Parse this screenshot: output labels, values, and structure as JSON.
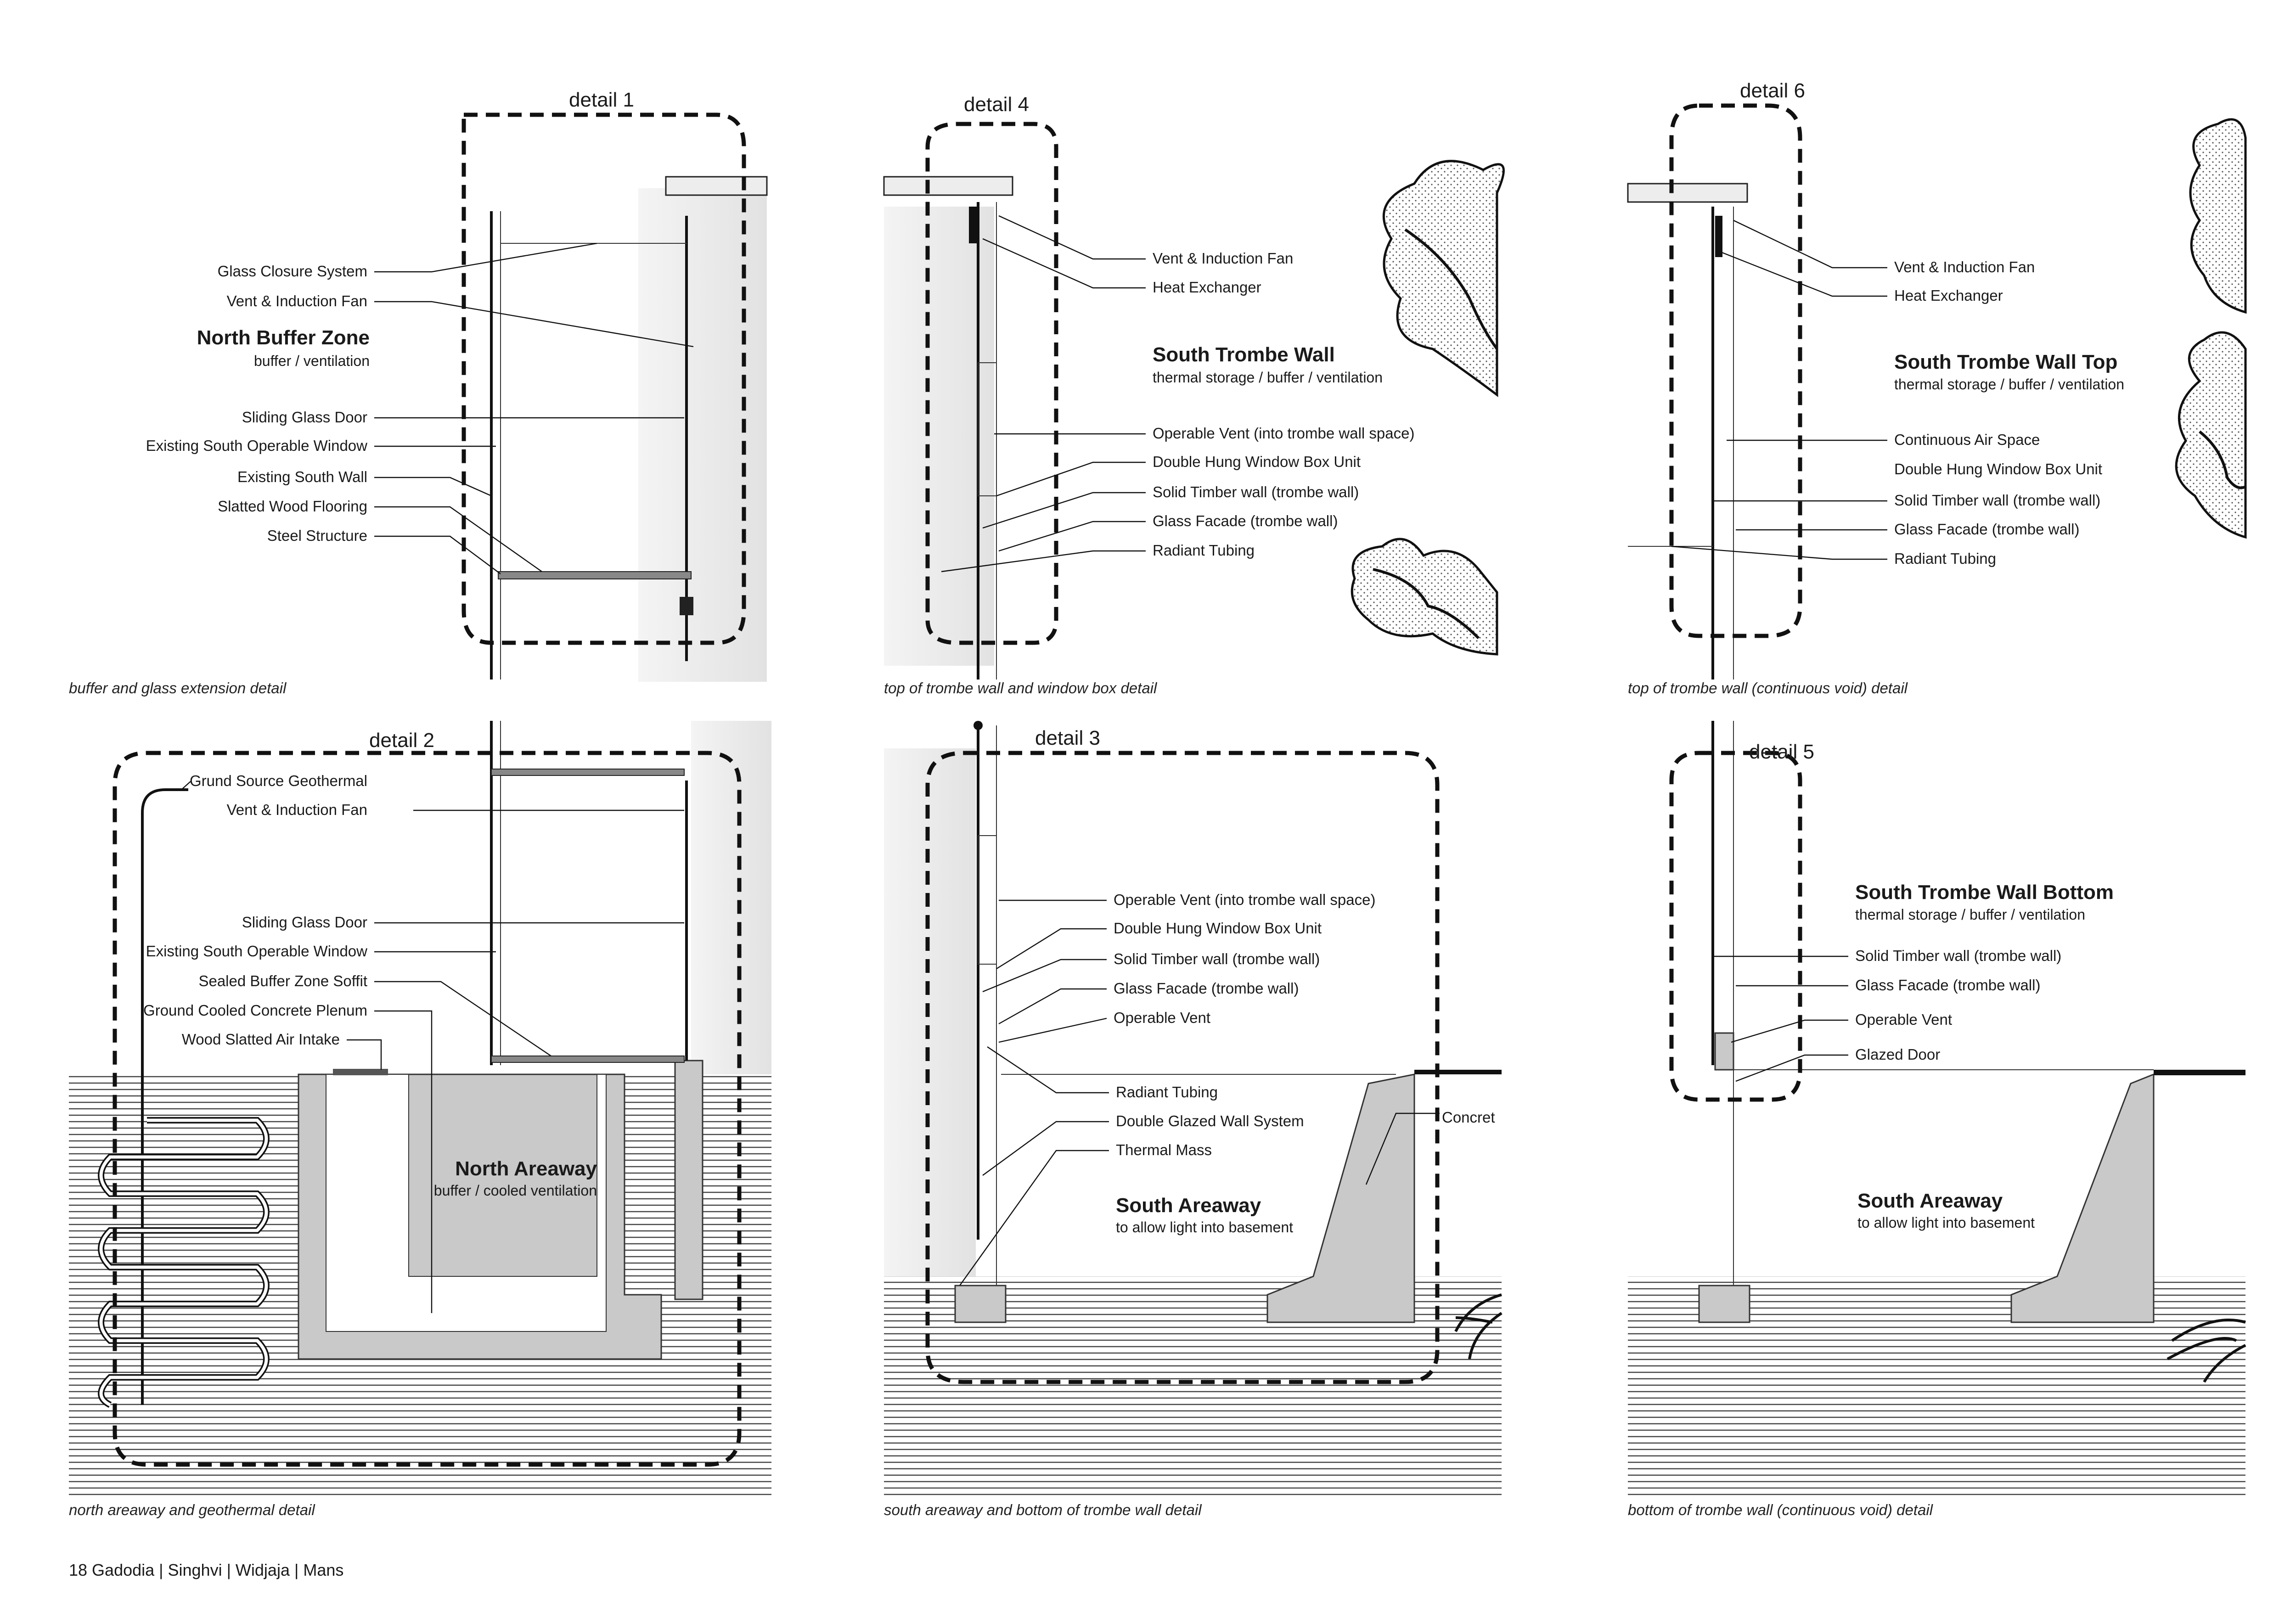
{
  "panels": {
    "p1": {
      "detail_label": "detail 1",
      "title": "North Buffer Zone",
      "subtitle": "buffer / ventilation",
      "caption": "buffer and glass extension detail",
      "labels": [
        "Glass Closure System",
        "Vent & Induction Fan",
        "Sliding Glass Door",
        "Existing South Operable Window",
        "Existing South Wall",
        "Slatted Wood Flooring",
        "Steel Structure"
      ]
    },
    "p4": {
      "detail_label": "detail 4",
      "title": "South Trombe Wall",
      "subtitle": "thermal storage / buffer / ventilation",
      "caption": "top of trombe wall and window box detail",
      "labels_top": [
        "Vent & Induction Fan",
        "Heat Exchanger"
      ],
      "labels": [
        "Operable Vent (into trombe wall space)",
        "Double Hung Window Box Unit",
        "Solid Timber wall (trombe wall)",
        "Glass Facade (trombe wall)",
        "Radiant Tubing"
      ]
    },
    "p6": {
      "detail_label": "detail 6",
      "title": "South Trombe Wall Top",
      "subtitle": "thermal storage / buffer / ventilation",
      "caption": "top of trombe wall (continuous void) detail",
      "labels_top": [
        "Vent & Induction Fan",
        "Heat Exchanger"
      ],
      "labels": [
        "Continuous Air Space",
        "Double Hung Window Box Unit",
        "Solid Timber wall (trombe wall)",
        "Glass Facade (trombe wall)",
        "Radiant Tubing"
      ]
    },
    "p2": {
      "detail_label": "detail 2",
      "title": "North Areaway",
      "subtitle": "buffer / cooled ventilation",
      "caption": "north areaway and geothermal detail",
      "labels": [
        "Grund Source Geothermal",
        "Vent & Induction Fan",
        "Sliding Glass Door",
        "Existing South Operable Window",
        "Sealed Buffer Zone Soffit",
        "Ground Cooled Concrete Plenum",
        "Wood Slatted Air Intake"
      ]
    },
    "p3": {
      "detail_label": "detail 3",
      "title": "South Areaway",
      "subtitle": "to allow light into basement",
      "caption": "south areaway and bottom of trombe wall detail",
      "labels": [
        "Operable Vent (into trombe wall space)",
        "Double Hung Window Box Unit",
        "Solid Timber wall (trombe wall)",
        "Glass Facade (trombe wall)",
        "Operable Vent"
      ],
      "labels_low": [
        "Radiant Tubing",
        "Double Glazed Wall System",
        "Thermal Mass"
      ],
      "edge_label": "Concret"
    },
    "p5": {
      "detail_label": "detail 5",
      "title": "South Trombe Wall Bottom",
      "subtitle": "thermal storage / buffer / ventilation",
      "caption": "bottom of trombe wall (continuous void) detail",
      "labels": [
        "Solid Timber wall (trombe wall)",
        "Glass Facade (trombe wall)",
        "Operable Vent",
        "Glazed Door"
      ],
      "title2": "South Areaway",
      "subtitle2": "to allow light into basement"
    }
  },
  "footer": "18  Gadodia | Singhvi | Widjaja | Mans"
}
